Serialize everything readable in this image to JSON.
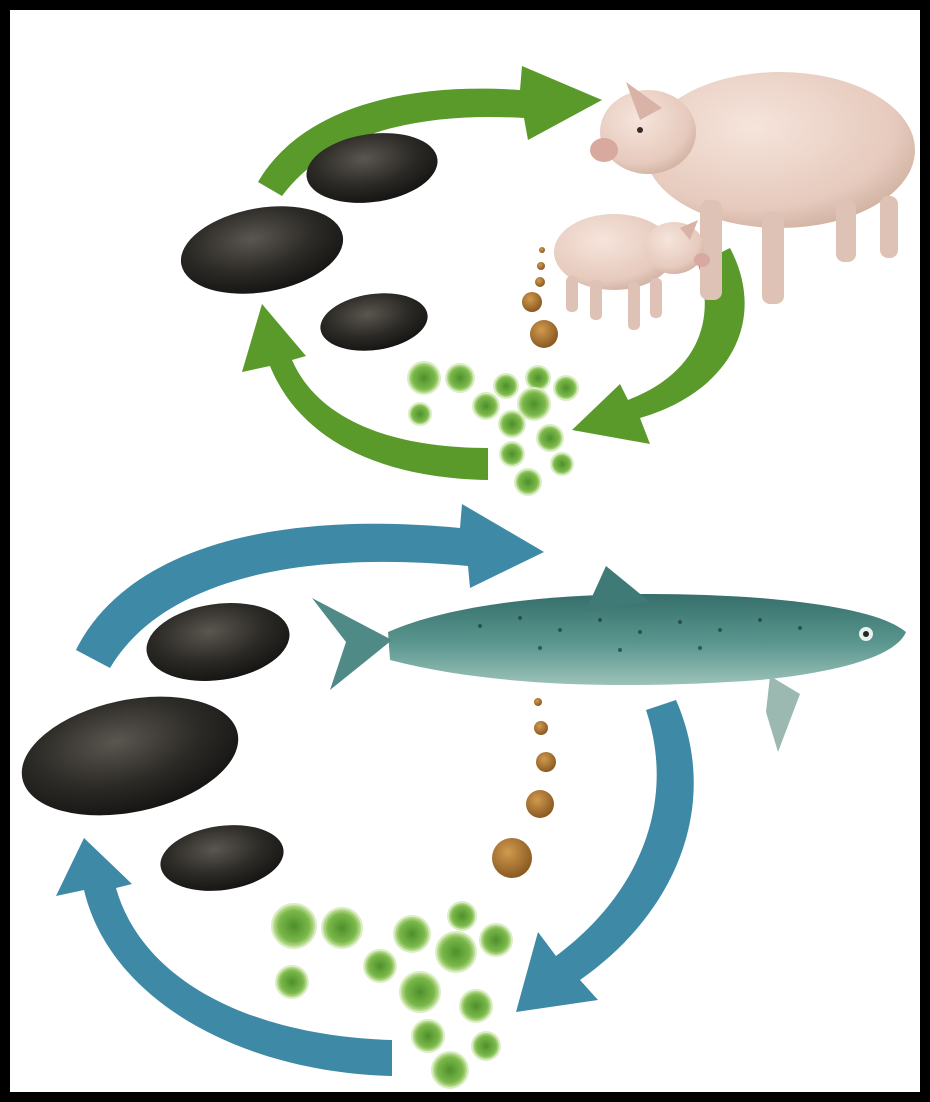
{
  "diagram": {
    "kind": "nutrient-recycling-loops",
    "colors": {
      "frame": "#000000",
      "canvas": "#ffffff",
      "green_cycle": "#5a9a2a",
      "blue_cycle": "#3e8aa6",
      "mussel": "#2c2a26",
      "pig": "#e8cfc4",
      "fish": "#4f8a86",
      "waste_pellet": "#a5702d",
      "algae": "#6ea83e"
    },
    "cycles": [
      {
        "id": "agriculture",
        "color_key": "green_cycle",
        "nodes": [
          "mussels",
          "pigs",
          "waste",
          "algae"
        ],
        "icons": [
          "mussel-icon",
          "pig-icon",
          "waste-pellet-icon",
          "algae-cell-icon"
        ]
      },
      {
        "id": "aquaculture",
        "color_key": "blue_cycle",
        "nodes": [
          "mussels",
          "salmon",
          "waste",
          "algae"
        ],
        "icons": [
          "mussel-icon",
          "fish-icon",
          "waste-pellet-icon",
          "algae-cell-icon"
        ]
      }
    ]
  }
}
